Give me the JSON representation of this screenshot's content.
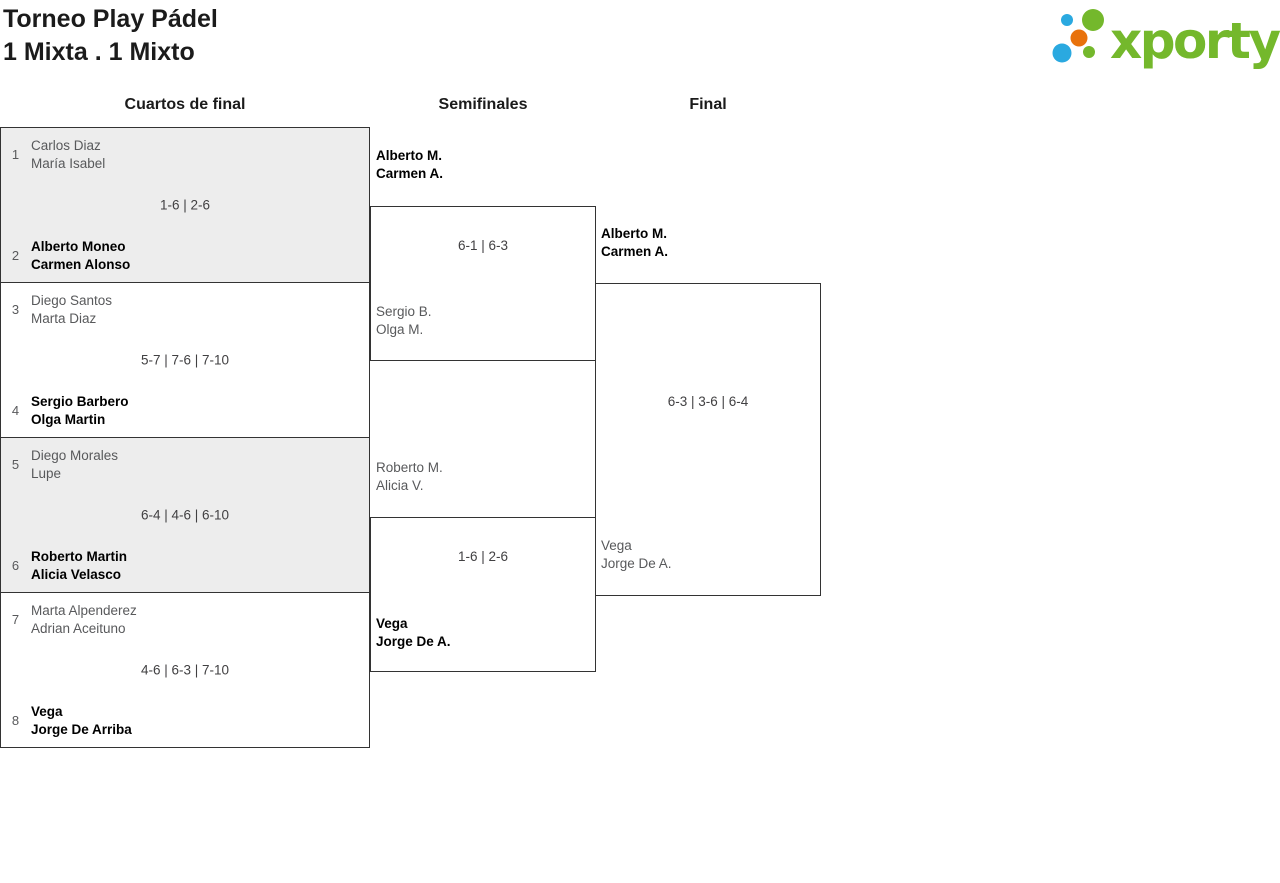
{
  "header": {
    "title": "Torneo Play Pádel",
    "subtitle": "1 Mixta . 1 Mixto"
  },
  "logo": {
    "brand": "xporty",
    "colors": {
      "green": "#74b82c",
      "blue": "#2aa9e0",
      "orange": "#e8720c"
    }
  },
  "rounds": {
    "quarterfinals": "Cuartos de final",
    "semifinals": "Semifinales",
    "final": "Final"
  },
  "bracket_colors": {
    "winner_text": "#000000",
    "loser_text": "#58595b",
    "box_alt_fill": "#ededed",
    "box_border": "#333333"
  },
  "bracket": {
    "quarterfinals": [
      {
        "seed_a": "1",
        "team_a": [
          "Carlos Diaz",
          "María Isabel"
        ],
        "score": "1-6 | 2-6",
        "seed_b": "2",
        "team_b": [
          "Alberto Moneo",
          "Carmen Alonso"
        ],
        "winner": "team_b"
      },
      {
        "seed_a": "3",
        "team_a": [
          "Diego Santos",
          "Marta Diaz"
        ],
        "score": "5-7 | 7-6 | 7-10",
        "seed_b": "4",
        "team_b": [
          "Sergio Barbero",
          "Olga Martin"
        ],
        "winner": "team_b"
      },
      {
        "seed_a": "5",
        "team_a": [
          "Diego Morales",
          "Lupe"
        ],
        "score": "6-4 | 4-6 | 6-10",
        "seed_b": "6",
        "team_b": [
          "Roberto Martin",
          "Alicia Velasco"
        ],
        "winner": "team_b"
      },
      {
        "seed_a": "7",
        "team_a": [
          "Marta Alpenderez",
          "Adrian Aceituno"
        ],
        "score": "4-6 | 6-3 | 7-10",
        "seed_b": "8",
        "team_b": [
          "Vega",
          "Jorge De Arriba"
        ],
        "winner": "team_b"
      }
    ],
    "semifinals": [
      {
        "team_a": [
          "Alberto M.",
          "Carmen A."
        ],
        "score": "6-1 | 6-3",
        "team_b": [
          "Sergio B.",
          "Olga M."
        ],
        "winner": "team_a"
      },
      {
        "team_a": [
          "Roberto M.",
          "Alicia V."
        ],
        "score": "1-6 | 2-6",
        "team_b": [
          "Vega",
          "Jorge De A."
        ],
        "winner": "team_b"
      }
    ],
    "final": {
      "team_a": [
        "Alberto M.",
        "Carmen A."
      ],
      "score": "6-3 | 3-6 | 6-4",
      "team_b": [
        "Vega",
        "Jorge De A."
      ],
      "winner": "team_a"
    }
  }
}
